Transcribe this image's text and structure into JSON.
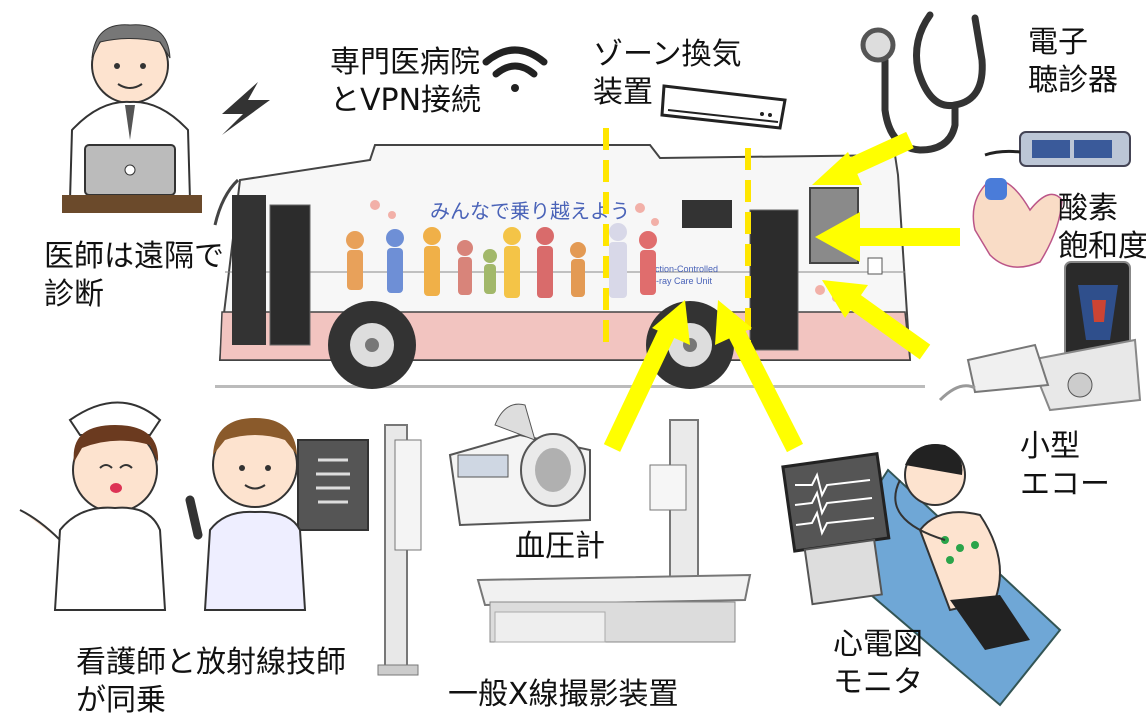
{
  "labels": {
    "hospital_vpn": [
      "専門医病院",
      "とVPN接続"
    ],
    "zone_vent": [
      "ゾーン換気",
      "装置"
    ],
    "stethoscope": [
      "電子",
      "聴診器"
    ],
    "oxygen": [
      "酸素",
      "飽和度"
    ],
    "doctor": [
      "医師は遠隔で",
      "診断"
    ],
    "echo": [
      "小型",
      "エコー"
    ],
    "bp": "血圧計",
    "ecg": [
      "心電図",
      "モニタ"
    ],
    "nurse_tech": [
      "看護師と放射線技師",
      "が同乗"
    ],
    "xray": "一般X線撮影装置"
  },
  "bus": {
    "slogan": "みんなで乗り越えよう",
    "badge_line1": "Infection-Controlled",
    "badge_line2": "X-ray Care Unit"
  },
  "colors": {
    "arrow": "#ffff00",
    "dashed": "#ffe600",
    "bus_stripe": "#f2c4c0",
    "bus_body": "#f7f7f7"
  },
  "icons": [
    "doctor-laptop-icon",
    "lightning-icon",
    "wifi-icon",
    "air-conditioner-icon",
    "stethoscope-icon",
    "pulse-oximeter-icon",
    "ultrasound-icon",
    "nurse-icon",
    "technician-xray-icon",
    "blood-pressure-monitor-icon",
    "xray-machine-icon",
    "ecg-patient-icon"
  ]
}
